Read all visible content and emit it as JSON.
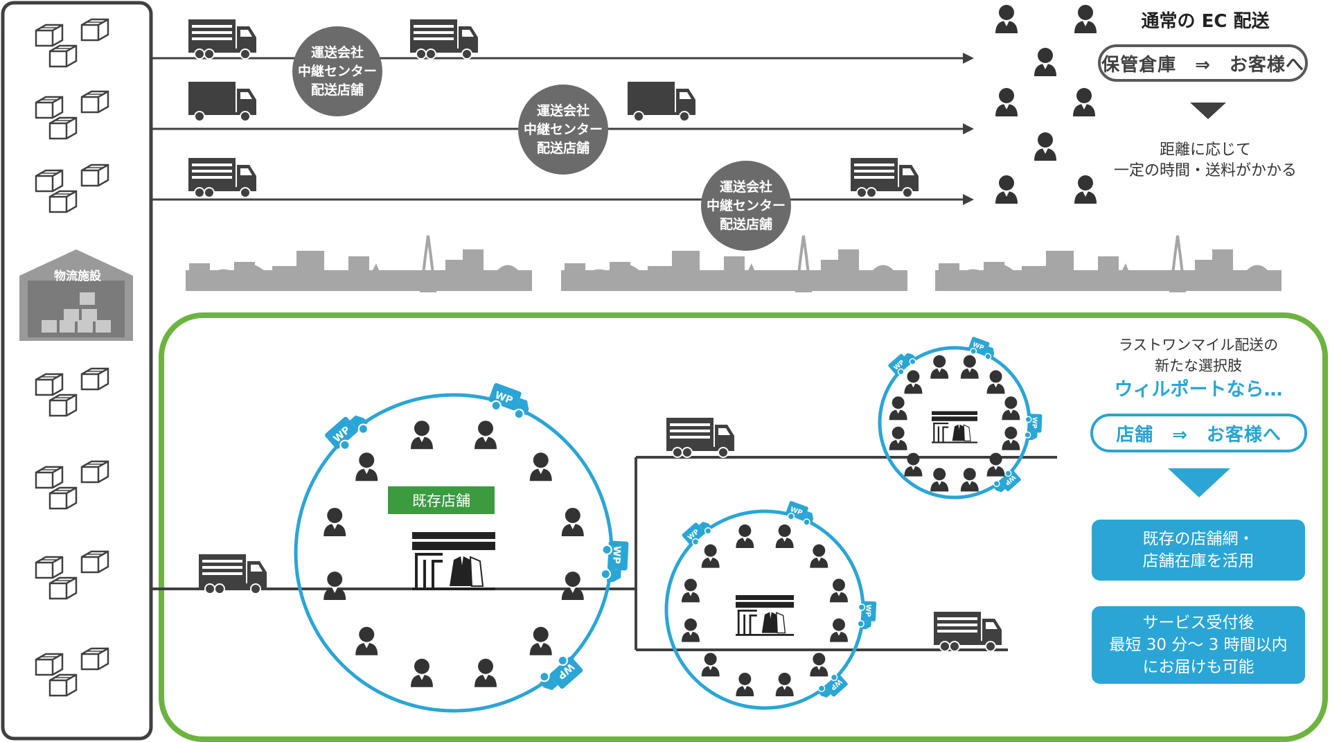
{
  "top": {
    "title": "通常の EC 配送",
    "flow_label": "保管倉庫　⇒　お客様へ",
    "note_line1": "距離に応じて",
    "note_line2": "一定の時間・送料がかかる",
    "hub_line1": "運送会社",
    "hub_line2": "中継センター",
    "hub_line3": "配送店舗"
  },
  "warehouse": {
    "label": "物流施設"
  },
  "bottom": {
    "heading_line1": "ラストワンマイル配送の",
    "heading_line2": "新たな選択肢",
    "heading_brand": "ウィルポートなら…",
    "flow_label": "店舗　⇒　お客様へ",
    "box1_line1": "既存の店舗網・",
    "box1_line2": "店舗在庫を活用",
    "box2_line1": "サービス受付後",
    "box2_line2": "最短 30 分〜 3 時間以内",
    "box2_line3": "にお届けも可能",
    "store_label": "既存店舗",
    "van_badge": "WP"
  },
  "icons": {
    "box": "cardboard-box-icon",
    "truck": "truck-icon",
    "van": "delivery-van-icon",
    "person": "person-icon",
    "store": "store-icon",
    "warehouse": "warehouse-icon",
    "city": "city-skyline-icon"
  },
  "colors": {
    "green_frame": "#6db33f",
    "blue": "#2aa5d6",
    "dark": "#404040",
    "hub": "#6b6b6b",
    "skyline": "#a6a6a6",
    "store_label": "#3b9b3f"
  }
}
